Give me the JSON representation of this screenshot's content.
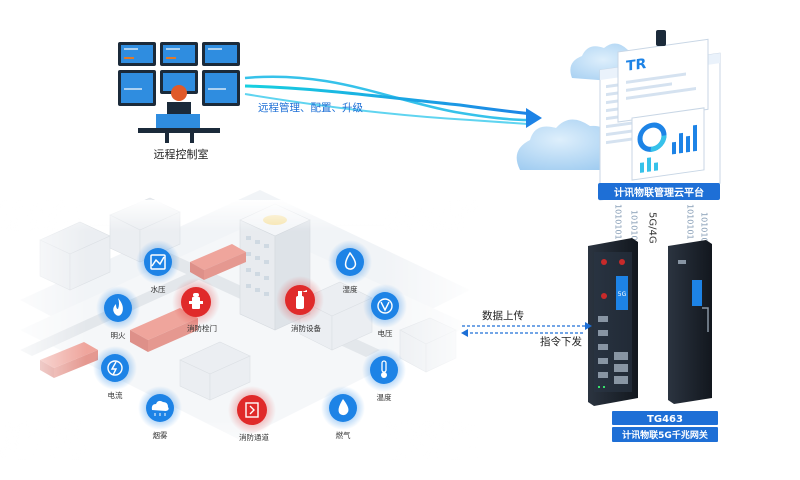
{
  "control_room": {
    "label": "远程控制室"
  },
  "flow": {
    "label": "远程管理、配置、升级"
  },
  "cloud": {
    "platform_label": "计讯物联管理云平台",
    "dash_brand": "TR"
  },
  "link": {
    "network_label": "5G/4G",
    "binary": "1010101"
  },
  "data_flow": {
    "upload_label": "数据上传",
    "command_label": "指令下发"
  },
  "gateway": {
    "model": "TG463",
    "name": "计讯物联5G千兆网关",
    "chip_label": "5G"
  },
  "sensors": [
    {
      "key": "water-pressure",
      "label": "水压",
      "icon": "wave-chart-icon"
    },
    {
      "key": "water-level",
      "label": "湿度",
      "icon": "water-drop-icon"
    },
    {
      "key": "fire",
      "label": "明火",
      "icon": "flame-icon"
    },
    {
      "key": "hydrant",
      "label": "消防栓门",
      "icon": "hydrant-icon"
    },
    {
      "key": "extinguisher",
      "label": "消防设备",
      "icon": "extinguisher-icon"
    },
    {
      "key": "voltage",
      "label": "电压",
      "icon": "voltage-icon"
    },
    {
      "key": "current",
      "label": "电流",
      "icon": "lightning-icon"
    },
    {
      "key": "temperature",
      "label": "温度",
      "icon": "thermometer-icon"
    },
    {
      "key": "smoke",
      "label": "烟雾",
      "icon": "smoke-cloud-icon"
    },
    {
      "key": "exit",
      "label": "消防通道",
      "icon": "exit-door-icon"
    },
    {
      "key": "gas",
      "label": "燃气",
      "icon": "gas-drop-icon"
    }
  ],
  "colors": {
    "accent_blue": "#1d83e6",
    "alarm_red": "#e02a2a",
    "label_blue": "#1e6fd6",
    "arrow_cyan": "#17b6ea"
  }
}
